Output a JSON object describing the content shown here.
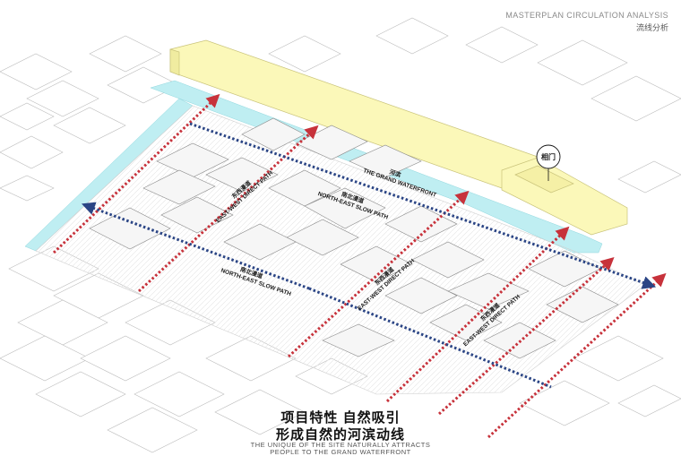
{
  "header": {
    "title_en": "MASTERPLAN CIRCULATION ANALYSIS",
    "title_cn": "流线分析"
  },
  "landmark": {
    "label": "相门"
  },
  "waterfront": {
    "label_cn": "河滨",
    "label_en": "THE GRAND WATERFRONT"
  },
  "paths": [
    {
      "cn": "南北漫道",
      "en": "NORTH-EAST SLOW PATH"
    },
    {
      "cn": "东西漫道",
      "en": "EAST-WEST DIRECT PATH"
    },
    {
      "cn": "南北漫道",
      "en": "NORTH-EAST SLOW PATH"
    },
    {
      "cn": "东西漫道",
      "en": "EAST-WEST DIRECT PATH"
    },
    {
      "cn": "东西漫道",
      "en": "EAST-WEST DIRECT PATH"
    }
  ],
  "caption": {
    "cn_line1": "项目特性  自然吸引",
    "cn_line2": "形成自然的河滨动线",
    "en_line1": "THE UNIQUE OF THE SITE NATURALLY ATTRACTS",
    "en_line2": "PEOPLE TO THE GRAND WATERFRONT"
  },
  "colors": {
    "red_path": "#c7323b",
    "blue_path": "#2b4585",
    "river": "#bfeef2",
    "wall": "#fbf8b9"
  }
}
